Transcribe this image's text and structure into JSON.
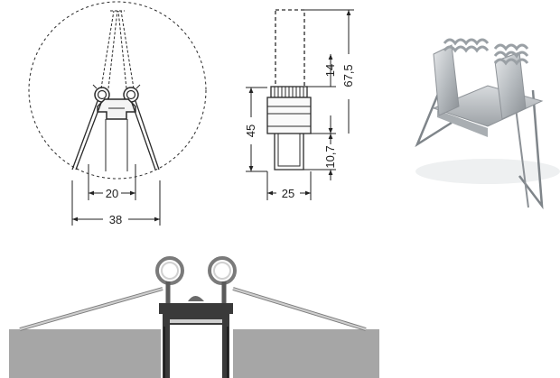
{
  "front_view": {
    "dim_inner_width": "20",
    "dim_outer_width": "38"
  },
  "side_view": {
    "dim_height": "45",
    "dim_width": "25",
    "dim_spring_height": "14",
    "dim_total_height": "67,5",
    "dim_bottom": "10,7"
  },
  "colors": {
    "line": "#2a2a2a",
    "ceiling_fill": "#a6a6a6",
    "profile_fill": "#3a3a3a",
    "metal_light": "#cfd3d6",
    "metal_dark": "#8e9398"
  }
}
